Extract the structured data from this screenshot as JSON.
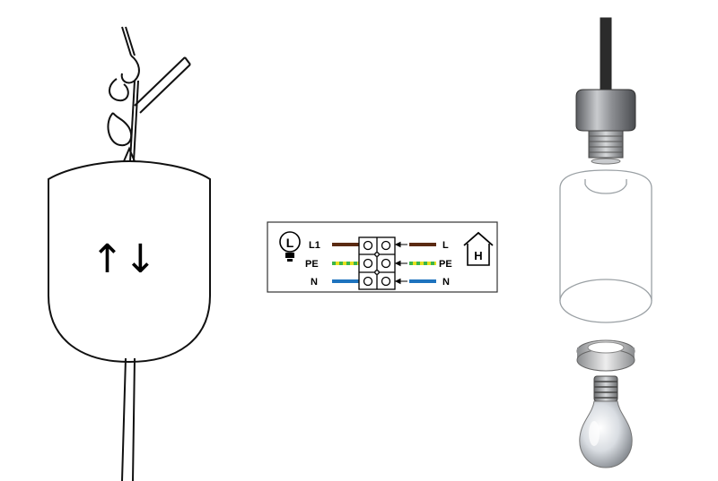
{
  "canopy": {
    "arrows": "↑↓"
  },
  "wiring": {
    "lamp_symbol": "L",
    "house_symbol": "H",
    "rows": [
      {
        "left": "L1",
        "right": "L",
        "wire_color": "#5b2a12"
      },
      {
        "left": "PE",
        "right": "PE",
        "wire_color": "#e6df1f",
        "stripe_color": "#39b54a"
      },
      {
        "left": "N",
        "right": "N",
        "wire_color": "#1e73be"
      }
    ]
  },
  "colors": {
    "cable": "#2b2b2b",
    "socket_metal": "#8d8f93",
    "glass_edge": "#9aa0a4",
    "bulb_glass": "#d9dde2"
  }
}
